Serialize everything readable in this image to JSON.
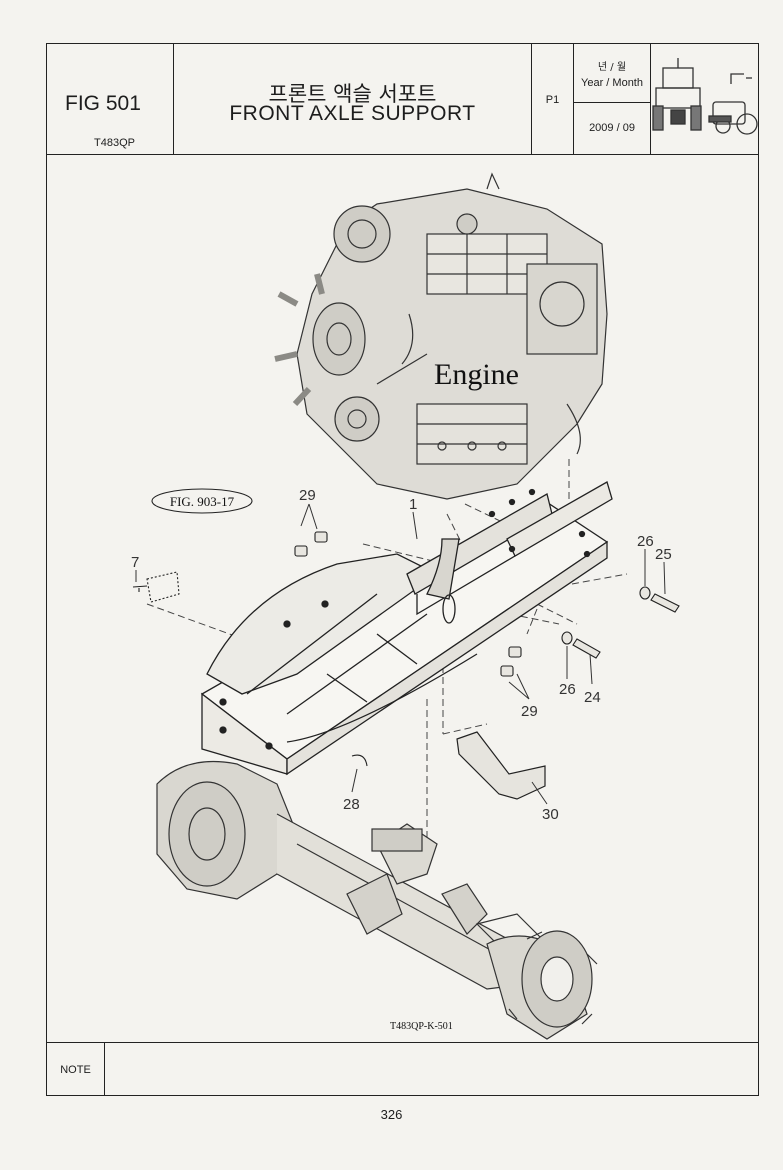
{
  "header": {
    "fig_number": "FIG 501",
    "model_code": "T483QP",
    "title_korean": "프론트 액슬 서포트",
    "title_english": "FRONT AXLE  SUPPORT",
    "page_label": "P1",
    "year_month_korean": "년 / 월",
    "year_month_label": "Year / Month",
    "year_month_value": "2009  / 09"
  },
  "drawing": {
    "engine_label": "Engine",
    "fig_reference": "FIG. 903-17",
    "drawing_code": "T483QP-K-501",
    "callouts": [
      "1",
      "7",
      "24",
      "25",
      "26",
      "26",
      "28",
      "29",
      "29",
      "30"
    ]
  },
  "footer": {
    "note_label": "NOTE",
    "page_number": "326"
  }
}
